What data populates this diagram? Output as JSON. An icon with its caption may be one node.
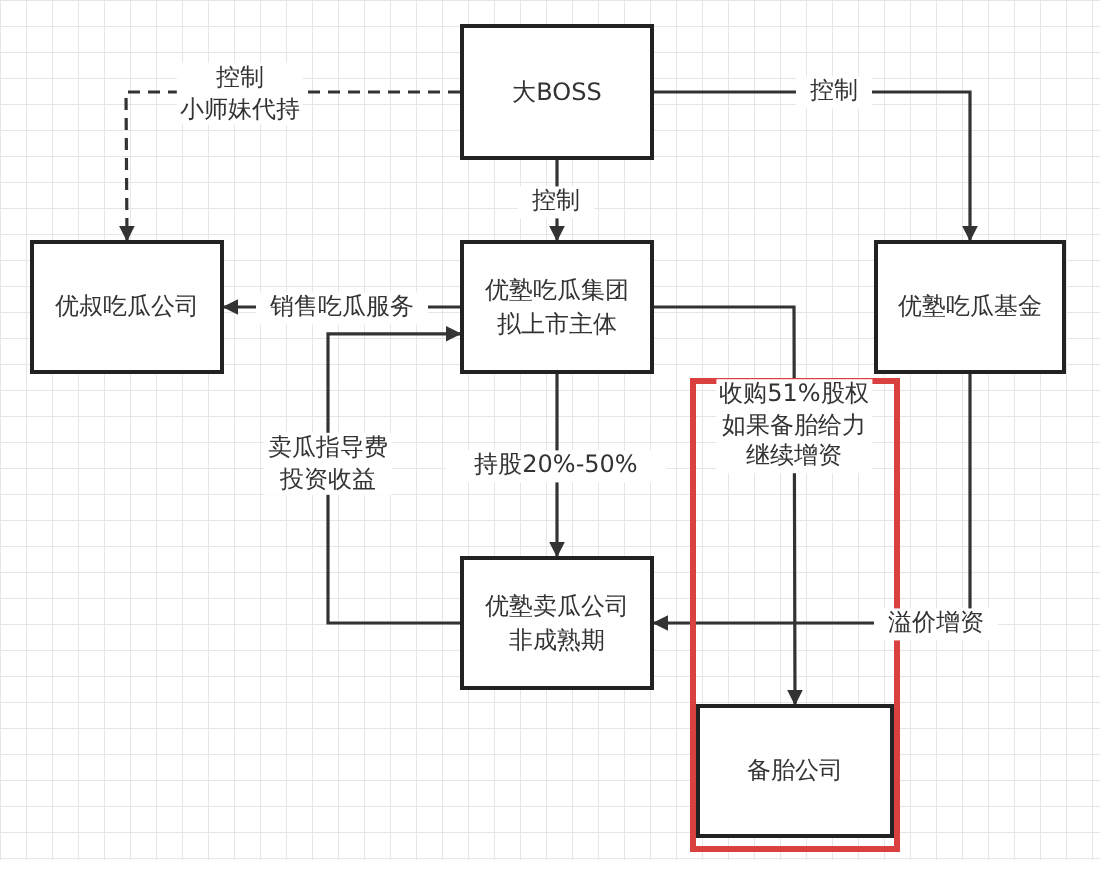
{
  "diagram": {
    "nodes": [
      {
        "text": [
          "大BOSS"
        ]
      },
      {
        "text": [
          "优叔吃瓜公司"
        ]
      },
      {
        "text": [
          "优塾吃瓜集团拟上市主体"
        ]
      },
      {
        "text": [
          "优塾吃瓜基金"
        ]
      },
      {
        "text": [
          "优塾卖瓜公司非成熟期"
        ]
      },
      {
        "text": [],
        "shape": "box"
      },
      {
        "text": [
          "备胎公司"
        ],
        "in": 5
      }
    ],
    "edges": [
      {
        "from": 0,
        "to": 1,
        "arrow": "to",
        "style": "dashed",
        "label": "控制小师妹代持"
      },
      {
        "from": 0,
        "to": 3,
        "arrow": "to",
        "label": "控制"
      },
      {
        "from": 0,
        "to": 2,
        "arrow": "to",
        "label": "控制"
      },
      {
        "from": 2,
        "to": 1,
        "arrow": "to",
        "label": "销售吃瓜服务"
      },
      {
        "from": 4,
        "to": 2,
        "arrow": "to",
        "label": "卖瓜指导费投资收益"
      },
      {
        "from": 2,
        "to": 4,
        "arrow": "to",
        "label": "持股20%-50%"
      },
      {
        "from": 2,
        "to": 6,
        "arrow": "to",
        "label": "收购51%股权如果备胎给力继续增资"
      },
      {
        "from": 3,
        "to": 4,
        "arrow": "to",
        "label": "溢价增资"
      }
    ]
  }
}
